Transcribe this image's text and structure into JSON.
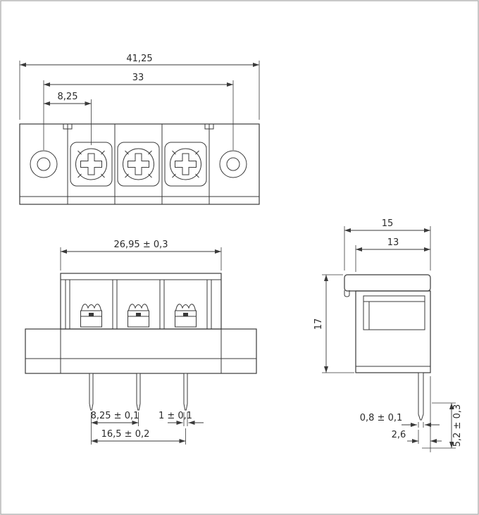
{
  "drawing": {
    "kind": "terminal-block-dimension-drawing",
    "colors": {
      "line": "#3a3a3a",
      "background": "#ffffff",
      "frame": "#b5b5b5"
    },
    "views": {
      "top": {
        "dims": {
          "overall_length": "41,25",
          "mounting_hole_spacing": "33",
          "pitch": "8,25"
        }
      },
      "front": {
        "dims": {
          "body_width": "26,95 ± 0,3",
          "pin_pitch": "8,25 ± 0,1",
          "pin_width": "1 ± 0,1",
          "outer_pin_spacing": "16,5 ± 0,2"
        }
      },
      "side": {
        "dims": {
          "overall_depth": "15",
          "body_depth": "13",
          "height": "17",
          "pin_thickness": "0,8 ± 0,1",
          "pin_offset": "2,6",
          "pin_length": "5,2 ± 0,3"
        }
      }
    }
  }
}
